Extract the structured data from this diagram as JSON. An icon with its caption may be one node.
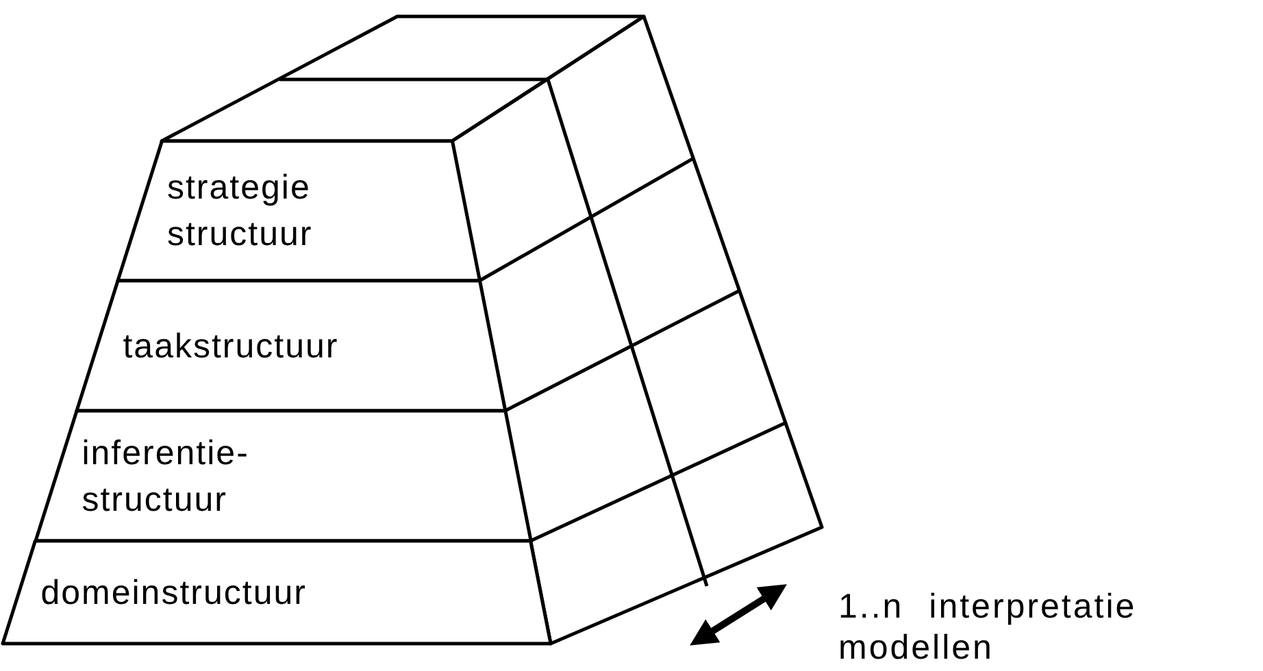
{
  "diagram": {
    "nodes": [
      {
        "text": [
          "strategie structuur"
        ]
      },
      {
        "text": [
          "taakstructuur"
        ]
      },
      {
        "text": [
          "inferentie- structuur"
        ]
      },
      {
        "text": [
          "domeinstructuur"
        ]
      }
    ],
    "labels": [
      "1..n interpretatie modellen"
    ]
  }
}
